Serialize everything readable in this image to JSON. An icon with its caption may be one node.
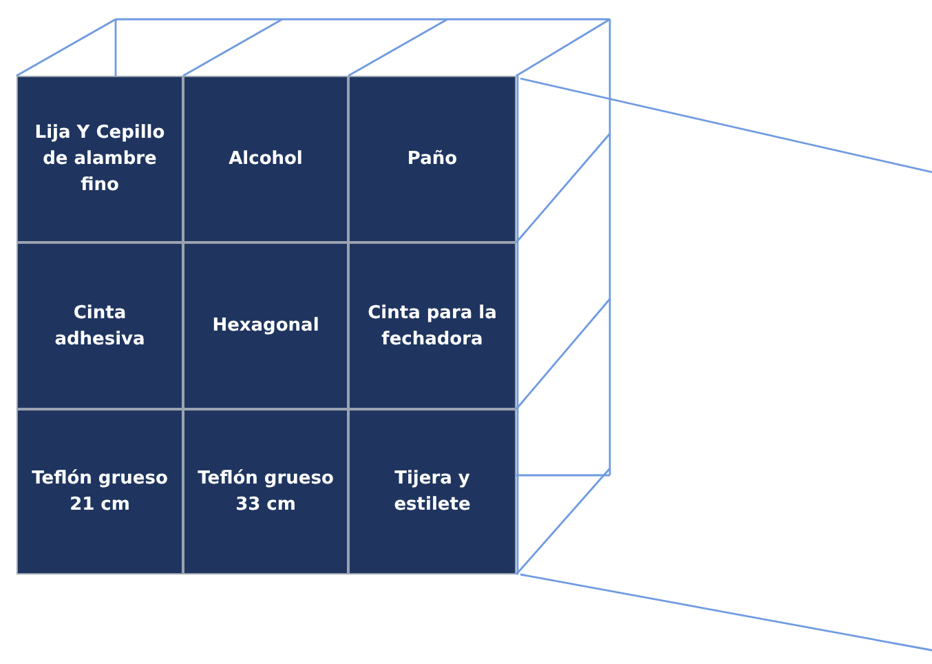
{
  "diagram": {
    "nodes": [
      {
        "text": [
          "Lija Y Cepillo de alambre fino"
        ]
      },
      {
        "text": [
          "Alcohol"
        ]
      },
      {
        "text": [
          "Paño"
        ]
      },
      {
        "text": [
          "Cinta adhesiva"
        ]
      },
      {
        "text": [
          "Hexagonal"
        ]
      },
      {
        "text": [
          "Cinta para la fechadora"
        ]
      },
      {
        "text": [
          "Teflón grueso 21 cm"
        ]
      },
      {
        "text": [
          "Teflón grueso 33 cm"
        ]
      },
      {
        "text": [
          "Tijera y estilete"
        ]
      }
    ]
  }
}
